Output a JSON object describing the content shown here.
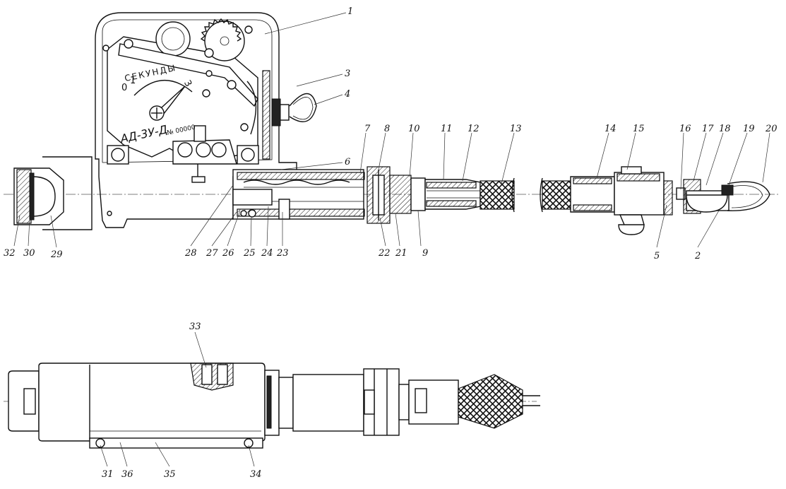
{
  "dial": {
    "word": "СЕКУНДЫ",
    "tick_0": "0",
    "tick_1": "1",
    "tick_3": "3",
    "model": "АД-3У-Д",
    "serial": "№ 00000"
  },
  "callouts": [
    {
      "id": "1",
      "text": "1"
    },
    {
      "id": "2",
      "text": "2"
    },
    {
      "id": "3",
      "text": "3"
    },
    {
      "id": "4",
      "text": "4"
    },
    {
      "id": "5",
      "text": "5"
    },
    {
      "id": "6",
      "text": "6"
    },
    {
      "id": "7",
      "text": "7"
    },
    {
      "id": "8",
      "text": "8"
    },
    {
      "id": "9",
      "text": "9"
    },
    {
      "id": "10",
      "text": "10"
    },
    {
      "id": "11",
      "text": "11"
    },
    {
      "id": "12",
      "text": "12"
    },
    {
      "id": "13",
      "text": "13"
    },
    {
      "id": "14",
      "text": "14"
    },
    {
      "id": "15",
      "text": "15"
    },
    {
      "id": "16",
      "text": "16"
    },
    {
      "id": "17",
      "text": "17"
    },
    {
      "id": "18",
      "text": "18"
    },
    {
      "id": "19",
      "text": "19"
    },
    {
      "id": "20",
      "text": "20"
    },
    {
      "id": "21",
      "text": "21"
    },
    {
      "id": "22",
      "text": "22"
    },
    {
      "id": "23",
      "text": "23"
    },
    {
      "id": "24",
      "text": "24"
    },
    {
      "id": "25",
      "text": "25"
    },
    {
      "id": "26",
      "text": "26"
    },
    {
      "id": "27",
      "text": "27"
    },
    {
      "id": "28",
      "text": "28"
    },
    {
      "id": "29",
      "text": "29"
    },
    {
      "id": "30",
      "text": "30"
    },
    {
      "id": "31",
      "text": "31"
    },
    {
      "id": "32",
      "text": "32"
    },
    {
      "id": "33",
      "text": "33"
    },
    {
      "id": "34",
      "text": "34"
    },
    {
      "id": "35",
      "text": "35"
    },
    {
      "id": "36",
      "text": "36"
    }
  ]
}
